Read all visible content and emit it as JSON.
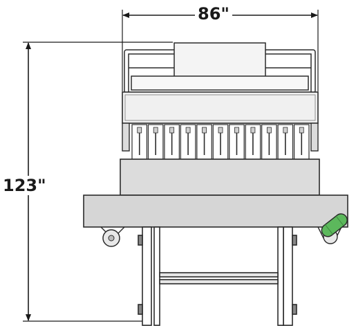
{
  "dimensions": {
    "width_label": "86\"",
    "height_label": "123\""
  },
  "colors": {
    "outline": "#2b2b2b",
    "panel_fill": "#dcdcdc",
    "panel_light": "#efefef",
    "roller_accent": "#5cb85c",
    "line": "#1a1a1a"
  },
  "icons": {
    "arrow": "arrowhead",
    "left_roller": "caster-wheel-icon",
    "right_roller": "green-roller-icon"
  }
}
